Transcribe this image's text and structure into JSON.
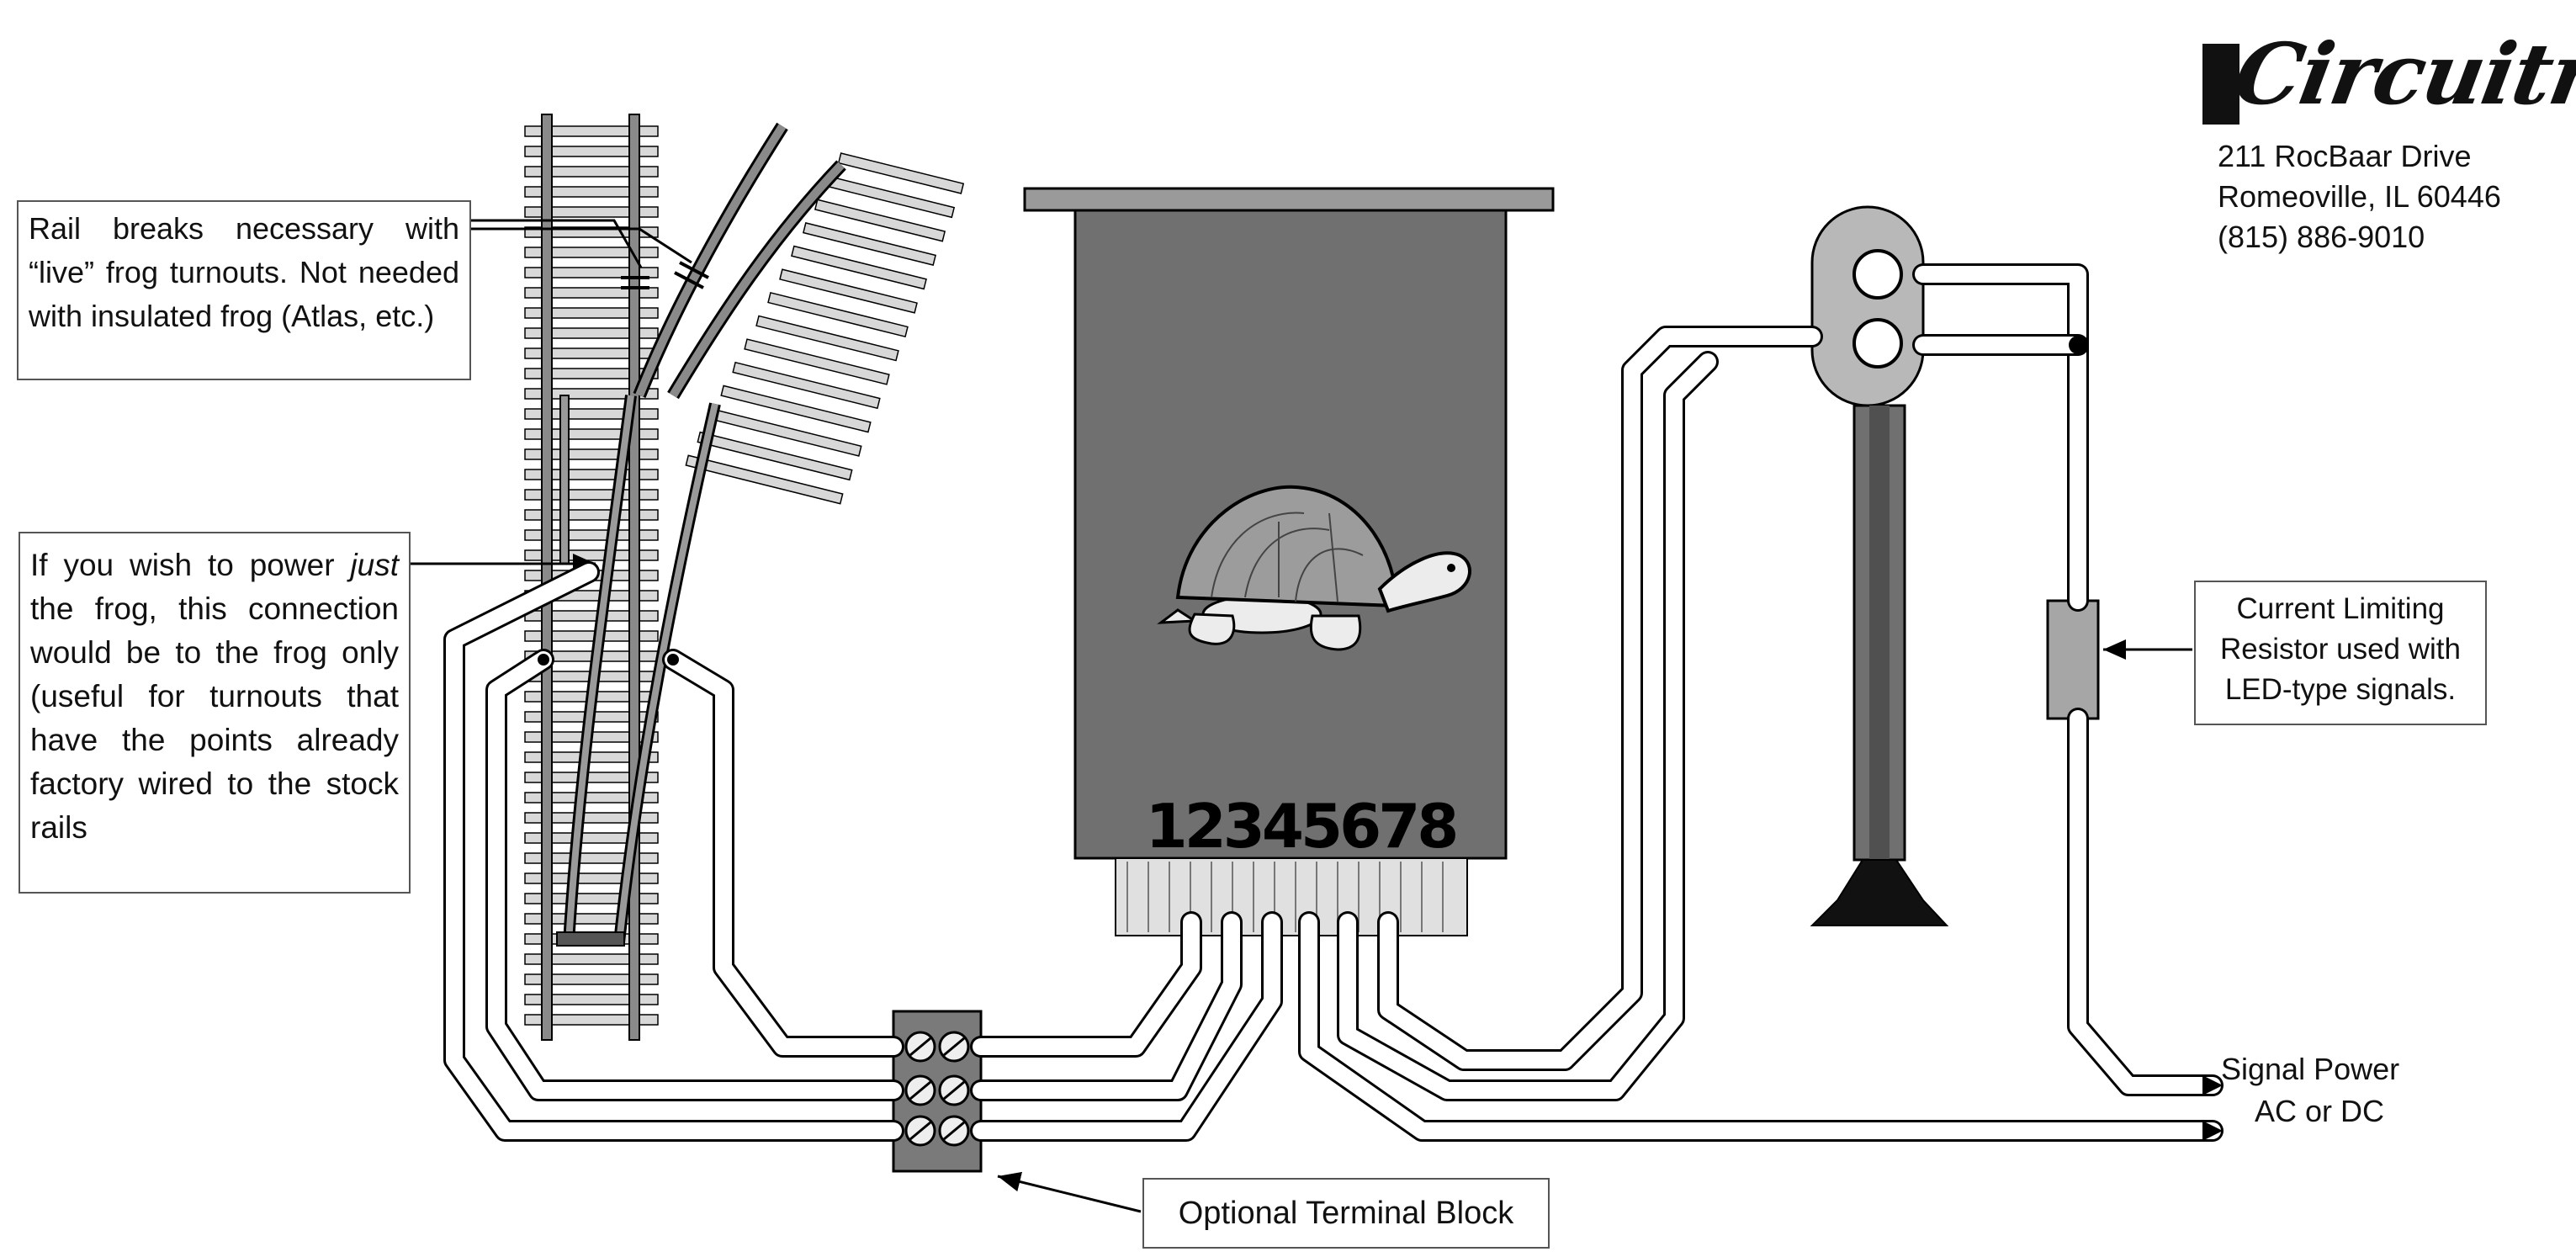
{
  "logo": {
    "text": "Circuitron"
  },
  "address": {
    "street": "211 RocBaar Drive",
    "city": "Romeoville, IL  60446",
    "phone": "(815) 886-9010"
  },
  "notes": {
    "rail_breaks": "Rail breaks necessary with “live” frog turnouts.  Not needed with insulated frog (Atlas, etc.)",
    "frog_prefix": "If you wish to power ",
    "frog_emphasis": "just",
    "frog_rest": " the frog, this connection would be to the frog only (useful for turnouts that have the points already factory wired to the stock rails",
    "resistor": "Current Limiting Resistor used with LED-type signals.",
    "terminal_block": "Optional Terminal Block"
  },
  "signal_power": {
    "line1": "Signal Power",
    "line2": "AC or DC"
  },
  "controller": {
    "pin_numbers": "12345678"
  },
  "colors": {
    "controller_body": "#707070",
    "controller_lid": "#9a9a9a",
    "rail": "#8a8a8a",
    "tie": "#d8d8d8",
    "terminal_block": "#7a7a7a",
    "resistor": "#a6a6a6",
    "turtle_shell": "#9c9c9c",
    "line": "#000000"
  },
  "icons": {
    "turtle": "turtle-icon",
    "signal": "signal-icon",
    "arrow": "arrow-icon"
  }
}
